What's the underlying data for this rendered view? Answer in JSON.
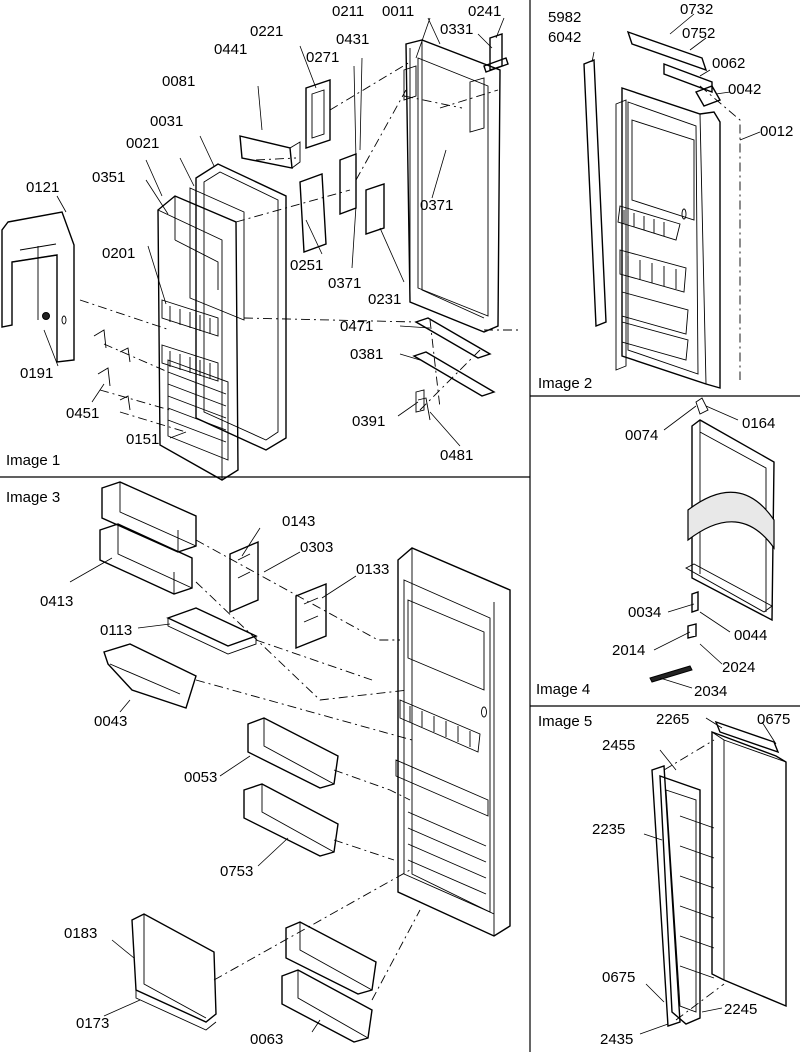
{
  "panels": [
    {
      "title": "Image 1"
    },
    {
      "title": "Image 2"
    },
    {
      "title": "Image 3"
    },
    {
      "title": "Image 4"
    },
    {
      "title": "Image 5"
    }
  ],
  "labels": {
    "p0211": "0211",
    "p0011": "0011",
    "p0241": "0241",
    "p0331": "0331",
    "p0221": "0221",
    "p0431": "0431",
    "p0271": "0271",
    "p0441": "0441",
    "p0081": "0081",
    "p0031": "0031",
    "p0021": "0021",
    "p0351": "0351",
    "p0121": "0121",
    "p0201": "0201",
    "p0371a": "0371",
    "p0371b": "0371",
    "p0251": "0251",
    "p0231": "0231",
    "p0471": "0471",
    "p0381": "0381",
    "p0191": "0191",
    "p0451": "0451",
    "p0391": "0391",
    "p0151": "0151",
    "p0481": "0481",
    "p5982": "5982",
    "p6042": "6042",
    "p0732": "0732",
    "p0752": "0752",
    "p0062": "0062",
    "p0042": "0042",
    "p0012": "0012",
    "p0074": "0074",
    "p0164": "0164",
    "p0034": "0034",
    "p0044": "0044",
    "p2014": "2014",
    "p2024": "2024",
    "p2034": "2034",
    "p0143": "0143",
    "p0303": "0303",
    "p0133": "0133",
    "p0413": "0413",
    "p0113": "0113",
    "p0043": "0043",
    "p0053": "0053",
    "p0753": "0753",
    "p0183": "0183",
    "p0173": "0173",
    "p0063": "0063",
    "p2265": "2265",
    "p0675a": "0675",
    "p2455": "2455",
    "p2235": "2235",
    "p0675b": "0675",
    "p2245": "2245",
    "p2435": "2435"
  }
}
